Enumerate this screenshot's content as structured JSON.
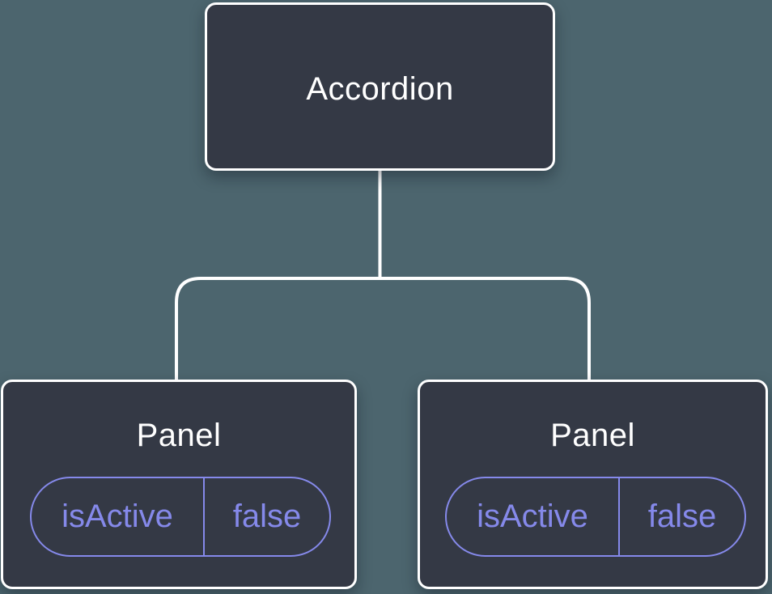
{
  "diagram": {
    "description": "Component tree: Accordion root with two Panel children each holding state",
    "root": {
      "label": "Accordion"
    },
    "panels": [
      {
        "title": "Panel",
        "state_pill": {
          "key": "isActive",
          "value": "false"
        }
      },
      {
        "title": "Panel",
        "state_pill": {
          "key": "isActive",
          "value": "false"
        }
      }
    ],
    "colors": {
      "background": "#4C656E",
      "node_fill": "#343945",
      "node_border": "#FFFFFF",
      "node_text": "#FFFFFF",
      "state_accent": "#8589EA",
      "connector": "#FFFFFF"
    }
  }
}
